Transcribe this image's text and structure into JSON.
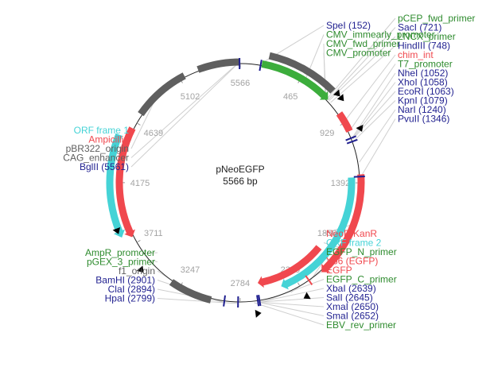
{
  "plasmid": {
    "name": "pNeoEGFP",
    "length_label": "5566 bp",
    "length": 5566
  },
  "colors": {
    "backbone": "#222222",
    "enzyme": "#1f1f8f",
    "primer": "#2e8b2e",
    "feature_red": "#f0484e",
    "orf": "#45d3d6",
    "region_gray": "#5f5f5f",
    "promoter_green": "#3cad3c"
  },
  "ticks": [
    {
      "pos": 465,
      "label": "465"
    },
    {
      "pos": 929,
      "label": "929"
    },
    {
      "pos": 1392,
      "label": "1392"
    },
    {
      "pos": 1856,
      "label": "1856"
    },
    {
      "pos": 2320,
      "label": "2320"
    },
    {
      "pos": 2784,
      "label": "2784"
    },
    {
      "pos": 3247,
      "label": "3247"
    },
    {
      "pos": 3711,
      "label": "3711"
    },
    {
      "pos": 4175,
      "label": "4175"
    },
    {
      "pos": 4639,
      "label": "4639"
    },
    {
      "pos": 5102,
      "label": "5102"
    },
    {
      "pos": 5566,
      "label": "5566"
    }
  ],
  "features": [
    {
      "id": "cmv-promoter",
      "start": 160,
      "end": 720,
      "color": "promoter_green",
      "track": 0,
      "dir": 1
    },
    {
      "id": "cag-enhancer",
      "start": 5250,
      "end": 5566,
      "color": "region_gray",
      "track": 0,
      "dir": 0
    },
    {
      "id": "cag-region-inner",
      "start": 200,
      "end": 700,
      "color": "region_gray",
      "track": 1,
      "dir": 0
    },
    {
      "id": "chim-int",
      "start": 850,
      "end": 1000,
      "color": "feature_red",
      "track": 0,
      "dir": 0
    },
    {
      "id": "neor-kanr",
      "start": 1330,
      "end": 2130,
      "color": "feature_red",
      "track": 0,
      "dir": 1
    },
    {
      "id": "orf-frame-2",
      "start": 1350,
      "end": 2450,
      "color": "orf",
      "track": -1,
      "dir": 1
    },
    {
      "id": "egfp",
      "start": 2000,
      "end": 2630,
      "color": "feature_red",
      "track": -2,
      "dir": 1
    },
    {
      "id": "f1-origin",
      "start": 3000,
      "end": 3320,
      "color": "region_gray",
      "track": 0,
      "dir": 0
    },
    {
      "id": "ampicillin",
      "start": 3760,
      "end": 4590,
      "color": "feature_red",
      "track": 0,
      "dir": -1
    },
    {
      "id": "orf-frame-1",
      "start": 3790,
      "end": 4510,
      "color": "orf",
      "track": 1,
      "dir": -1
    },
    {
      "id": "pbr322-origin",
      "start": 4710,
      "end": 5140,
      "color": "region_gray",
      "track": 0,
      "dir": 0
    }
  ],
  "markers": [
    {
      "pos": 152,
      "color": "enzyme"
    },
    {
      "pos": 1052,
      "color": "enzyme"
    },
    {
      "pos": 1079,
      "color": "enzyme"
    },
    {
      "pos": 1346,
      "color": "enzyme"
    },
    {
      "pos": 2639,
      "color": "enzyme"
    },
    {
      "pos": 2652,
      "color": "enzyme"
    },
    {
      "pos": 2799,
      "color": "enzyme"
    },
    {
      "pos": 2901,
      "color": "enzyme"
    },
    {
      "pos": 5561,
      "color": "enzyme"
    },
    {
      "pos": 2240,
      "color": "feature_red"
    }
  ],
  "primer_arrows": [
    {
      "pos": 720,
      "dir": 1
    },
    {
      "pos": 760,
      "dir": 1
    },
    {
      "pos": 1000,
      "dir": 1
    },
    {
      "pos": 2300,
      "dir": 1
    },
    {
      "pos": 2680,
      "dir": -1
    },
    {
      "pos": 3550,
      "dir": -1
    },
    {
      "pos": 3860,
      "dir": -1
    }
  ],
  "labels": [
    {
      "text": "SpeI (152)",
      "color": "enzyme",
      "pos": 152
    },
    {
      "text": "CAG_enhancer",
      "color": "region_gray",
      "pos": 5560
    },
    {
      "text": "CMV_immearly_promoter",
      "color": "primer",
      "pos": 500
    },
    {
      "text": "CMV_fwd_primer",
      "color": "primer",
      "pos": 690
    },
    {
      "text": "CMV_promoter",
      "color": "primer",
      "pos": 700
    },
    {
      "text": "pCEP_fwd_primer",
      "color": "primer",
      "pos": 710
    },
    {
      "text": "SacI (721)",
      "color": "enzyme",
      "pos": 721
    },
    {
      "text": "LNCX_primer",
      "color": "primer",
      "pos": 730
    },
    {
      "text": "HindIII (748)",
      "color": "enzyme",
      "pos": 748
    },
    {
      "text": "chim_int",
      "color": "feature_red",
      "pos": 920
    },
    {
      "text": "T7_promoter",
      "color": "primer",
      "pos": 1000
    },
    {
      "text": "NheI (1052)",
      "color": "enzyme",
      "pos": 1052
    },
    {
      "text": "XhoI (1058)",
      "color": "enzyme",
      "pos": 1058
    },
    {
      "text": "EcoRI (1063)",
      "color": "enzyme",
      "pos": 1063
    },
    {
      "text": "KpnI (1079)",
      "color": "enzyme",
      "pos": 1079
    },
    {
      "text": "NarI (1240)",
      "color": "enzyme",
      "pos": 1240
    },
    {
      "text": "PvuII (1346)",
      "color": "enzyme",
      "pos": 1346
    },
    {
      "text": "NeoR/KanR",
      "color": "feature_red",
      "pos": 1700
    },
    {
      "text": "ORF frame 2",
      "color": "orf",
      "pos": 1900
    },
    {
      "text": "EGFP_N_primer",
      "color": "primer",
      "pos": 2050
    },
    {
      "text": "Y66 (EGFP)",
      "color": "feature_red",
      "pos": 2240
    },
    {
      "text": "EGFP",
      "color": "feature_red",
      "pos": 2400
    },
    {
      "text": "EGFP_C_primer",
      "color": "primer",
      "pos": 2600
    },
    {
      "text": "XbaI (2639)",
      "color": "enzyme",
      "pos": 2639
    },
    {
      "text": "SalI (2645)",
      "color": "enzyme",
      "pos": 2645
    },
    {
      "text": "XmaI (2650)",
      "color": "enzyme",
      "pos": 2650
    },
    {
      "text": "SmaI (2652)",
      "color": "enzyme",
      "pos": 2652
    },
    {
      "text": "EBV_rev_primer",
      "color": "primer",
      "pos": 2680
    },
    {
      "text": "f1_origin",
      "color": "region_gray",
      "pos": 3160
    },
    {
      "text": "BamHI (2901)",
      "color": "enzyme",
      "pos": 2901
    },
    {
      "text": "ClaI (2894)",
      "color": "enzyme",
      "pos": 2894
    },
    {
      "text": "HpaI (2799)",
      "color": "enzyme",
      "pos": 2799
    },
    {
      "text": "AmpR_promoter",
      "color": "primer",
      "pos": 3620
    },
    {
      "text": "pGEX_3_primer",
      "color": "primer",
      "pos": 3560
    },
    {
      "text": "ORF frame 1",
      "color": "orf",
      "pos": 4300
    },
    {
      "text": "Ampicillin",
      "color": "feature_red",
      "pos": 4400
    },
    {
      "text": "BglII (5561)",
      "color": "enzyme",
      "pos": 5561
    },
    {
      "text": "pBR322_origin",
      "color": "region_gray",
      "pos": 4900
    }
  ]
}
